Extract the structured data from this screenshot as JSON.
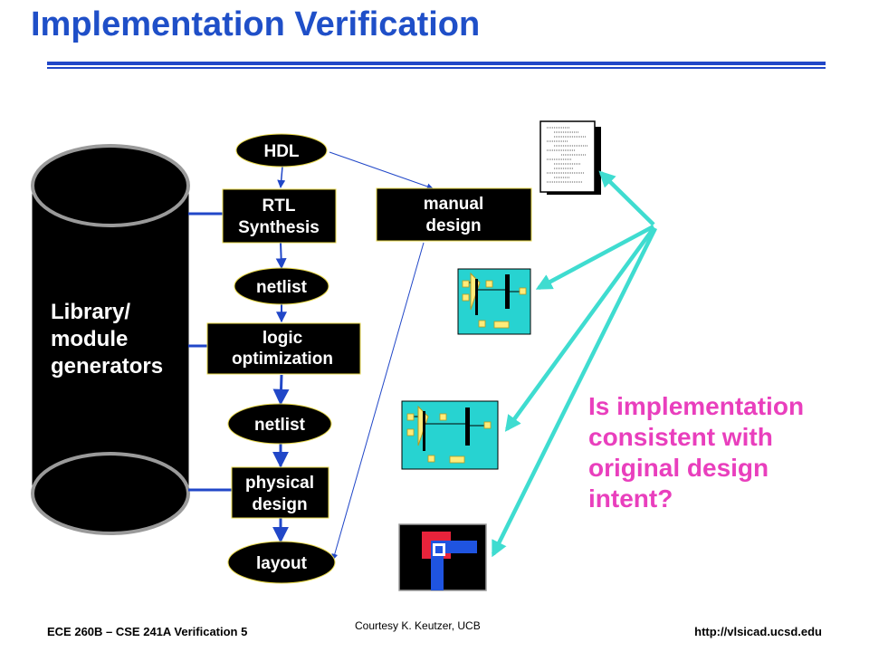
{
  "slide": {
    "title": "Implementation Verification",
    "question": "Is implementation consistent with original design intent?"
  },
  "library": {
    "line1": "Library/",
    "line2": "module",
    "line3": "generators"
  },
  "flow": {
    "hdl": "HDL",
    "rtl_line1": "RTL",
    "rtl_line2": "Synthesis",
    "netlist1": "netlist",
    "logic_line1": "logic",
    "logic_line2": "optimization",
    "netlist2": "netlist",
    "physical_line1": "physical",
    "physical_line2": "design",
    "layout": "layout",
    "manual_line1": "manual",
    "manual_line2": "design"
  },
  "colors": {
    "title": "#1f4fc8",
    "question": "#e93fbd",
    "arrow_cyan": "#3fdcd0",
    "flow_blue": "#2147c8"
  },
  "footer": {
    "left": "ECE 260B – CSE 241A Verification 5",
    "center": "Courtesy K. Keutzer, UCB",
    "right": "http://vlsicad.ucsd.edu"
  }
}
